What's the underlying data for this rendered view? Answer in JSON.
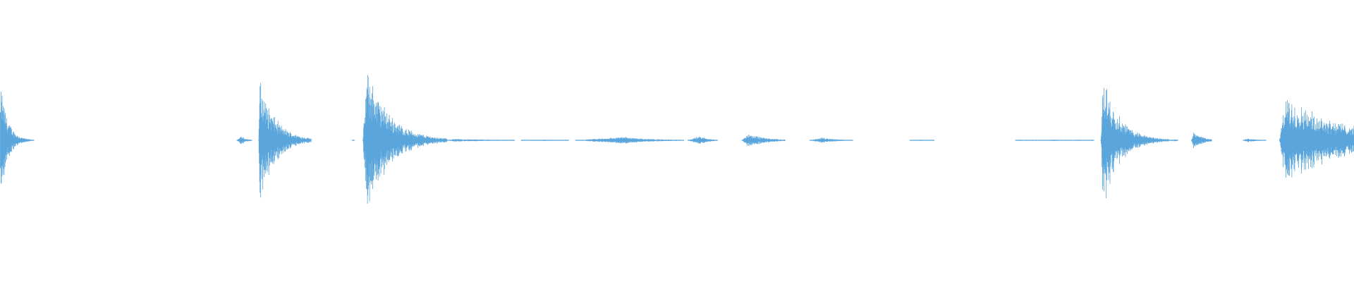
{
  "waveform": {
    "color": "#5aa5dc",
    "background": "#ffffff",
    "duration_fraction_note": "",
    "segments": [
      {
        "start": 0.0,
        "end": 0.025,
        "peak": 0.8,
        "attack": 0.006,
        "decay": 0.22
      },
      {
        "start": 0.175,
        "end": 0.186,
        "peak": 0.06,
        "attack": 0.3,
        "decay": 0.5
      },
      {
        "start": 0.191,
        "end": 0.23,
        "peak": 0.85,
        "attack": 0.02,
        "decay": 0.3
      },
      {
        "start": 0.26,
        "end": 0.262,
        "peak": 0.01,
        "attack": 0.5,
        "decay": 0.5
      },
      {
        "start": 0.268,
        "end": 0.33,
        "peak": 1.0,
        "attack": 0.05,
        "decay": 0.28
      },
      {
        "start": 0.33,
        "end": 0.38,
        "peak": 0.02,
        "attack": 0.1,
        "decay": 0.8
      },
      {
        "start": 0.385,
        "end": 0.42,
        "peak": 0.01,
        "attack": 0.5,
        "decay": 0.5
      },
      {
        "start": 0.425,
        "end": 0.505,
        "peak": 0.05,
        "attack": 0.45,
        "decay": 0.5
      },
      {
        "start": 0.508,
        "end": 0.53,
        "peak": 0.06,
        "attack": 0.4,
        "decay": 0.5
      },
      {
        "start": 0.548,
        "end": 0.58,
        "peak": 0.1,
        "attack": 0.15,
        "decay": 0.45
      },
      {
        "start": 0.598,
        "end": 0.63,
        "peak": 0.04,
        "attack": 0.3,
        "decay": 0.5
      },
      {
        "start": 0.672,
        "end": 0.69,
        "peak": 0.01,
        "attack": 0.5,
        "decay": 0.5
      },
      {
        "start": 0.75,
        "end": 0.808,
        "peak": 0.01,
        "attack": 0.5,
        "decay": 0.5
      },
      {
        "start": 0.813,
        "end": 0.87,
        "peak": 0.92,
        "attack": 0.03,
        "decay": 0.22
      },
      {
        "start": 0.88,
        "end": 0.895,
        "peak": 0.12,
        "attack": 0.1,
        "decay": 0.5
      },
      {
        "start": 0.918,
        "end": 0.935,
        "peak": 0.03,
        "attack": 0.2,
        "decay": 0.5
      },
      {
        "start": 0.945,
        "end": 1.0,
        "peak": 0.6,
        "attack": 0.08,
        "decay": 0.9
      }
    ]
  }
}
